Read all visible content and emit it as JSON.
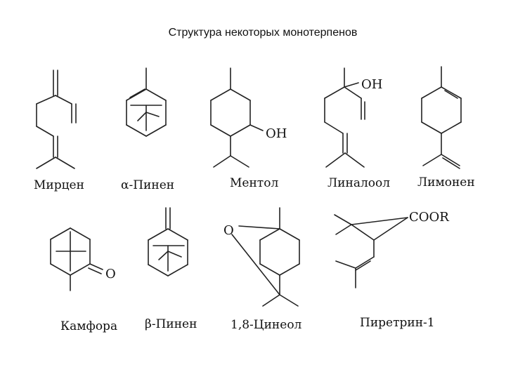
{
  "title": "Структура некоторых монотерпенов",
  "compounds": [
    {
      "name": "Мирцен"
    },
    {
      "name": "α-Пинен"
    },
    {
      "name": "Ментол",
      "group": "OH"
    },
    {
      "name": "Линалоол",
      "group": "OH"
    },
    {
      "name": "Лимонен"
    },
    {
      "name": "Камфора",
      "group": "O"
    },
    {
      "name": "β-Пинен"
    },
    {
      "name": "1,8-Цинеол",
      "group": "O"
    },
    {
      "name": "Пиретрин-1",
      "group": "COOR"
    }
  ]
}
